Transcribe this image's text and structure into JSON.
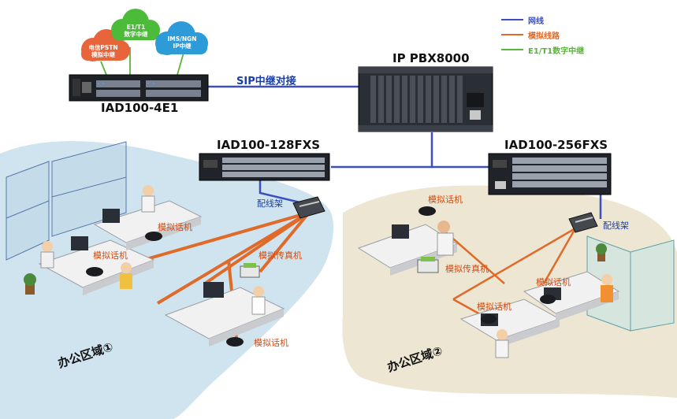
{
  "legend": {
    "items": [
      {
        "label": "网线",
        "color": "#3b4fbf"
      },
      {
        "label": "模拟线路",
        "color": "#e06a2a"
      },
      {
        "label": "E1/T1数字中继",
        "color": "#5ab33a"
      }
    ]
  },
  "clouds": {
    "pstn": {
      "line1": "电信PSTN",
      "line2": "模拟中继",
      "color": "#e8643a"
    },
    "e1t1": {
      "line1": "E1/T1",
      "line2": "数字中继",
      "color": "#4dbb3a"
    },
    "ims": {
      "line1": "IMS/NGN",
      "line2": "IP中继",
      "color": "#2c9bd8"
    }
  },
  "devices": {
    "iad_4e1": "IAD100-4E1",
    "pbx": "IP PBX8000",
    "iad_128": "IAD100-128FXS",
    "iad_256": "IAD100-256FXS"
  },
  "links": {
    "sip_trunk": "SIP中继对接"
  },
  "frames": {
    "left": "配线架",
    "right": "配线架"
  },
  "zone1": {
    "title": "办公区域①",
    "phone_top": "模拟话机",
    "phone_left": "模拟话机",
    "fax": "模拟传真机",
    "phone_bottom": "模拟话机"
  },
  "zone2": {
    "title": "办公区域②",
    "phone_top": "模拟话机",
    "fax": "模拟传真机",
    "phone_right": "模拟话机",
    "phone_mid": "模拟话机"
  }
}
